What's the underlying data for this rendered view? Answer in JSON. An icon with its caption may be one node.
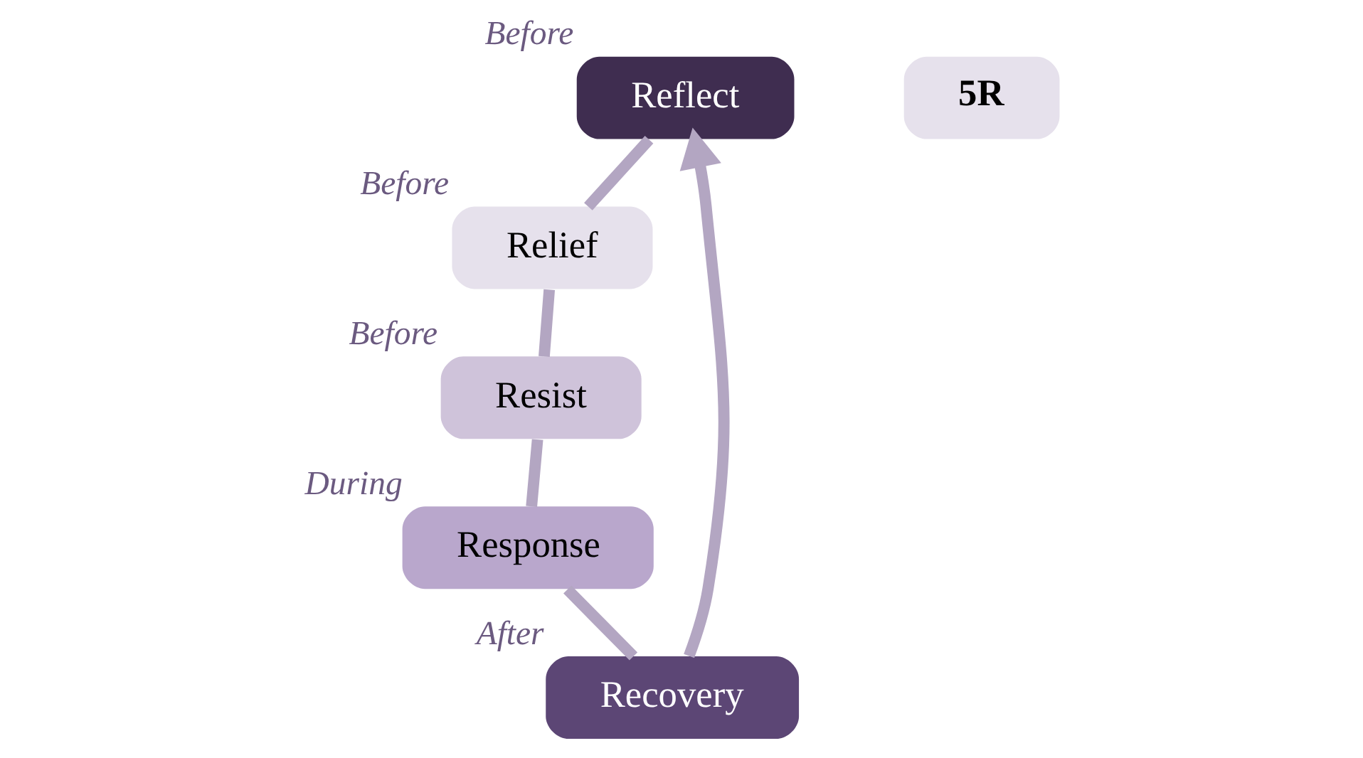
{
  "diagram": {
    "nodes": [
      {
        "text": [
          "Reflect"
        ],
        "beside": [
          "Before"
        ]
      },
      {
        "text": [
          "Relief"
        ],
        "beside": [
          "Before"
        ]
      },
      {
        "text": [
          "Resist"
        ],
        "beside": [
          "Before"
        ]
      },
      {
        "text": [
          "Response"
        ],
        "beside": [
          "During"
        ]
      },
      {
        "text": [
          "Recovery"
        ],
        "beside": [
          "After"
        ]
      },
      {
        "text": [
          "5R"
        ]
      }
    ],
    "edges": [
      {
        "from": 0,
        "to": 1,
        "arrow": "none"
      },
      {
        "from": 1,
        "to": 2,
        "arrow": "none"
      },
      {
        "from": 2,
        "to": 3,
        "arrow": "none"
      },
      {
        "from": 3,
        "to": 4,
        "arrow": "none"
      },
      {
        "from": 4,
        "to": 0,
        "arrow": "to"
      }
    ]
  }
}
